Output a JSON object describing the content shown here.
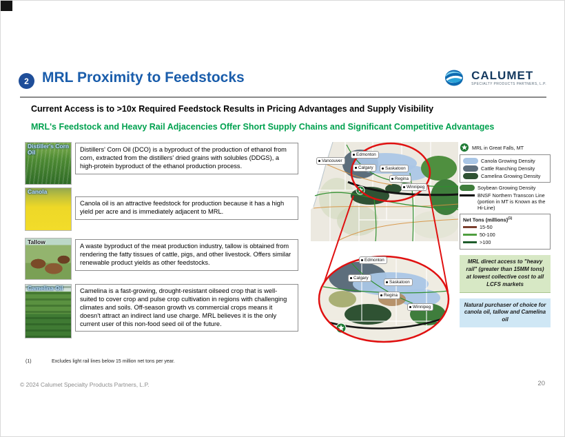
{
  "header": {
    "badge": "2",
    "title": "MRL Proximity to Feedstocks"
  },
  "logo": {
    "brand": "CALUMET",
    "tagline": "SPECIALTY PRODUCTS PARTNERS, L.P."
  },
  "headlines": {
    "primary": "Current Access is to >10x Required Feedstock Results in Pricing Advantages and Supply Visibility",
    "secondary": "MRL's Feedstock and Heavy Rail Adjacencies Offer Short Supply Chains and Significant Competitive Advantages"
  },
  "feedstocks": [
    {
      "label": "Distiller's Corn Oil",
      "description": "Distillers' Corn Oil (DCO) is a byproduct of the production of ethanol from corn, extracted from the distillers' dried grains with solubles (DDGS), a high-protein byproduct of the ethanol production process."
    },
    {
      "label": "Canola",
      "description": "Canola oil is an attractive feedstock for production because it has a high yield per acre and is immediately adjacent to MRL."
    },
    {
      "label": "Tallow",
      "description": "A waste byproduct of the meat production industry, tallow is obtained from rendering the fatty tissues of cattle, pigs, and other livestock. Offers similar renewable product yields as other feedstocks."
    },
    {
      "label": "Camelina Oil",
      "description": "Camelina is a fast-growing, drought-resistant oilseed crop that is well-suited to cover crop and pulse crop cultivation in regions with challenging climates and soils. Off-season growth vs commercial crops means it doesn't attract an indirect land use charge. MRL believes it is the only current user of this non-food seed oil of the future."
    }
  ],
  "map": {
    "main_cities": [
      "Vancouver",
      "Edmonton",
      "Calgary",
      "Saskatoon",
      "Regina",
      "Winnipeg"
    ],
    "inset_cities": [
      "Edmonton",
      "Calgary",
      "Saskatoon",
      "Regina",
      "Winnipeg"
    ]
  },
  "legend": {
    "mrl_marker": "MRL in Great Falls, MT",
    "density_items": [
      {
        "label": "Canola Growing Density",
        "color": "#a9c6e6"
      },
      {
        "label": "Cattle Ranching Density",
        "color": "#5d6e7c"
      },
      {
        "label": "Camelina Growing Density",
        "color": "#2f5233"
      }
    ],
    "soybean": {
      "label": "Soybean Growing Density",
      "color": "#3f7d3c"
    },
    "bnsf": "BNSF Northern Transcon Line (portion in MT is Known as the Hi-Line)",
    "net_tons": {
      "title": "Net Tons (millions)",
      "footnote_ref": "(1)",
      "items": [
        {
          "label": "15-50",
          "color": "#7b3f2e"
        },
        {
          "label": "50-100",
          "color": "#4f9e3f"
        },
        {
          "label": ">100",
          "color": "#1d5c2b"
        }
      ]
    }
  },
  "callouts": {
    "green": "MRL direct access to \"heavy rail\" (greater than 15MM tons) at lowest collective cost to all LCFS markets",
    "blue": "Natural purchaser of choice for canola oil, tallow and Camelina oil"
  },
  "footnote": {
    "ref": "(1)",
    "text": "Excludes light rail lines below 15 million net tons per year."
  },
  "footer": {
    "copyright": "© 2024 Calumet Specialty Products Partners, L.P.",
    "page": "20"
  }
}
